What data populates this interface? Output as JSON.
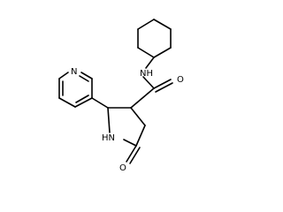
{
  "labels": {
    "amide_nh": "NH",
    "carbonyl_o_amide": "O",
    "pyridine_n": "N",
    "ring_nh": "HN",
    "carbonyl_o_lactam": "O"
  }
}
